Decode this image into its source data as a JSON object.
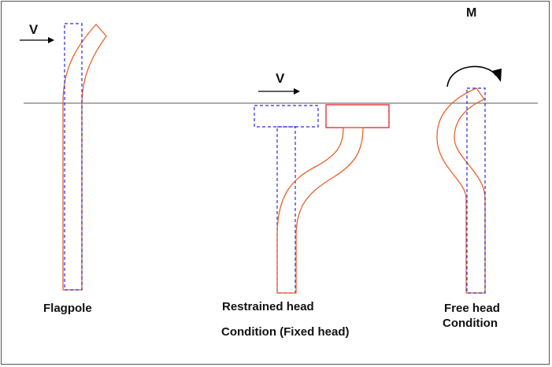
{
  "labels": {
    "v_flagpole": "V",
    "v_restrained": "V",
    "moment": "M",
    "flagpole": "Flagpole",
    "restrained_line1": "Restrained head",
    "restrained_line2": "Condition  (Fixed head)",
    "free_line1": "Free head",
    "free_line2": "Condition"
  },
  "colors": {
    "undeformed": "#2b2bd9",
    "deformed": "#e8622a",
    "ground": "#7a7a7a",
    "arrow": "#000000",
    "frame": "#555555"
  }
}
